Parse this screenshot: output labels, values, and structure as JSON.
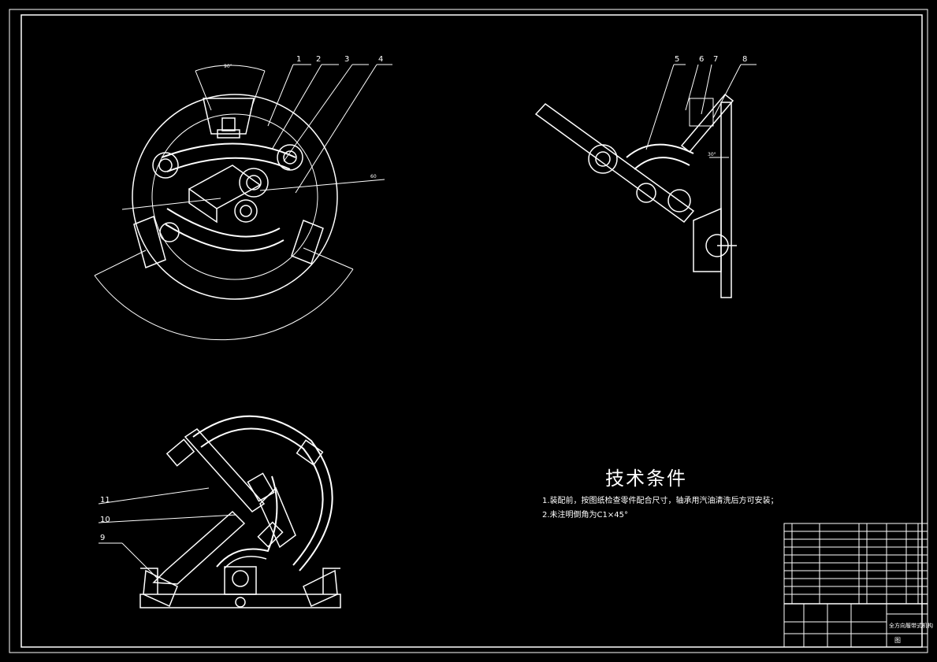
{
  "drawing": {
    "frame_color": "#ffffff",
    "background_color": "#000000"
  },
  "notes": {
    "title": "技术条件",
    "items": [
      "1.装配前，按图纸检查零件配合尺寸，轴承用汽油清洗后方可安装；",
      "2.未注明倒角为C1×45°"
    ]
  },
  "view_top_left": {
    "angle_label": "90°",
    "side_label": "60",
    "balloons": [
      "1",
      "2",
      "3",
      "4"
    ]
  },
  "view_top_right": {
    "angle_label": "30°",
    "balloons": [
      "5",
      "6",
      "7",
      "8"
    ]
  },
  "view_bottom": {
    "balloons": [
      "11",
      "10",
      "9"
    ]
  },
  "title_block": {
    "drawing_name": "全方向履带式机构",
    "sheet_label": "图"
  }
}
